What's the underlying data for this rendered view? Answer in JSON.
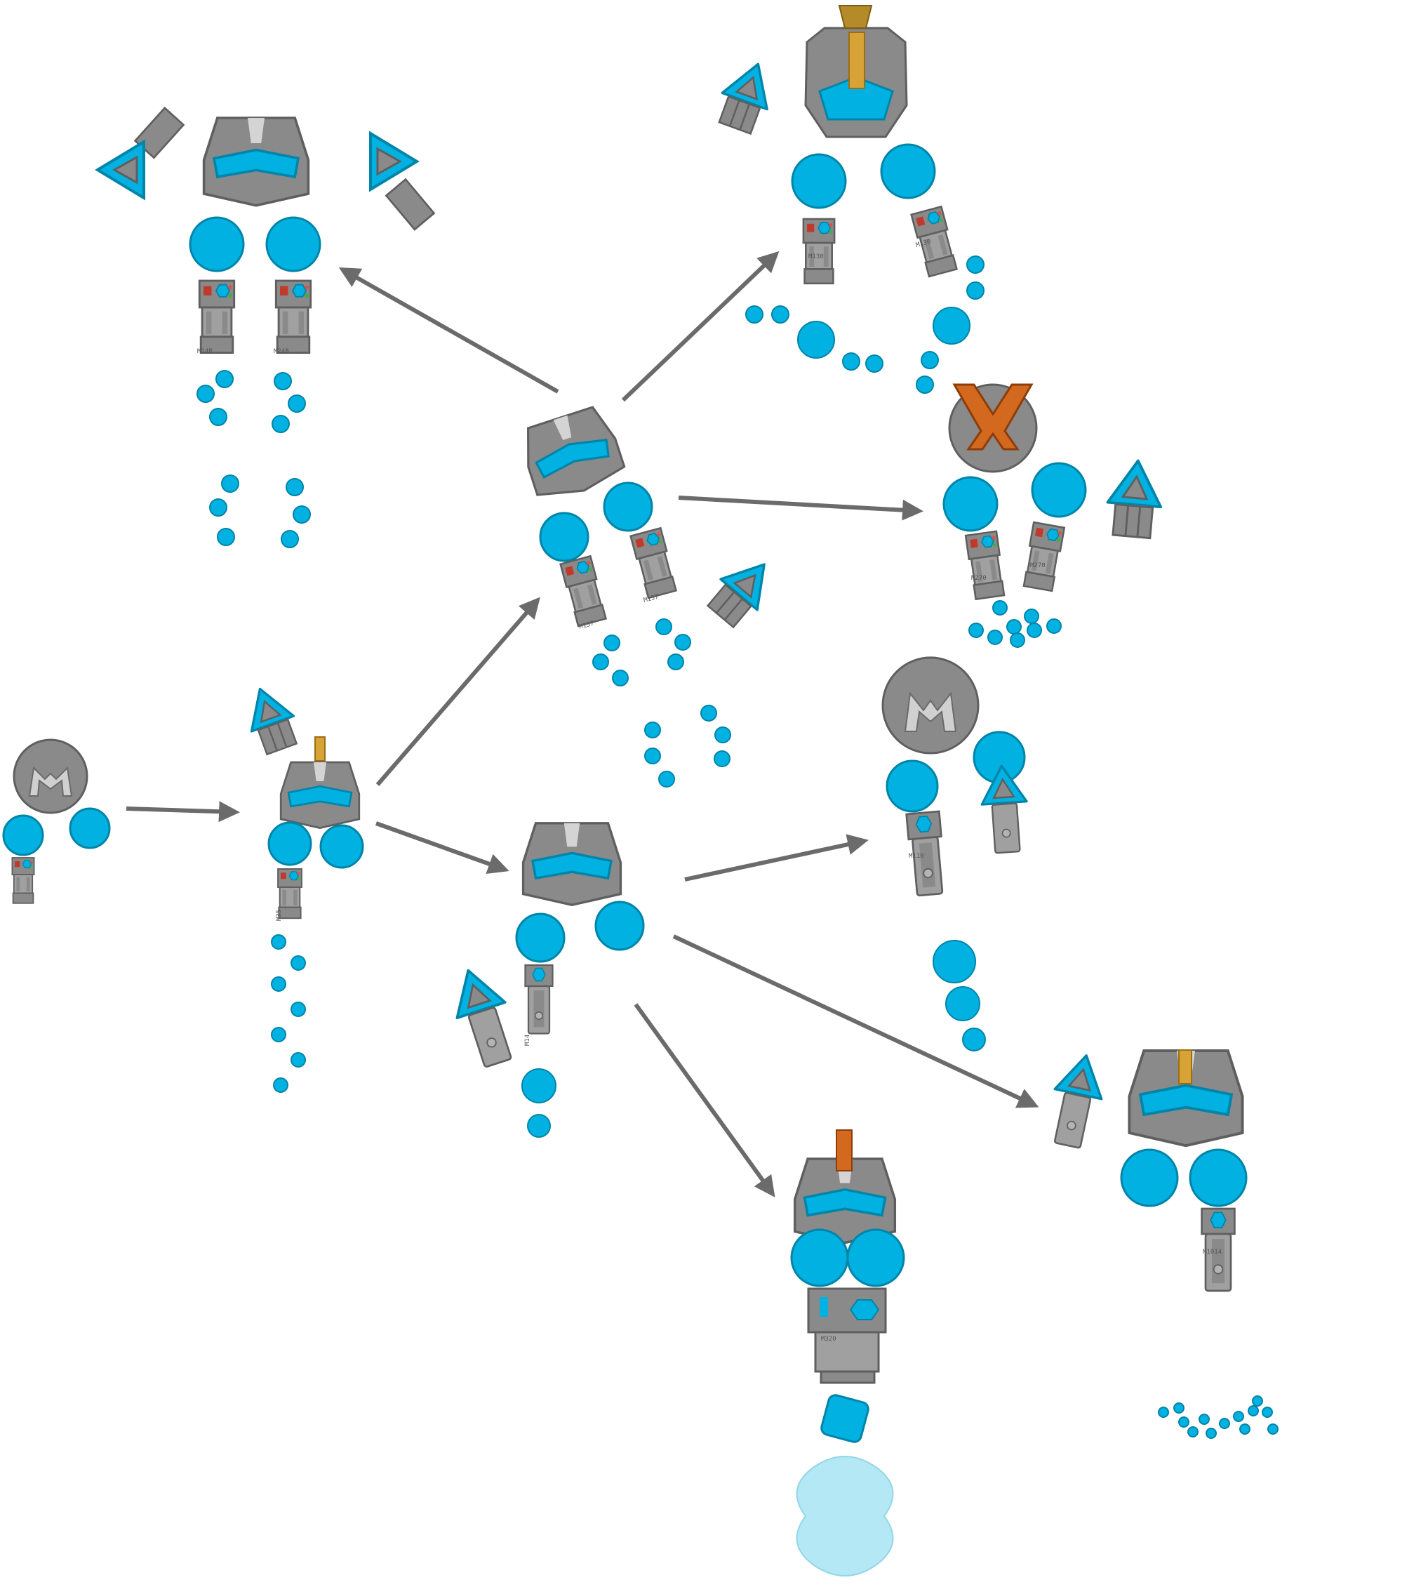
{
  "colors": {
    "blue": "#00b1e1",
    "blue_stroke": "#0085a8",
    "gray": "#8a8a8a",
    "gray_light": "#b4b4b4",
    "gray_dark": "#5f5f5f",
    "gold": "#d7a236",
    "orange": "#d2691e",
    "arrow": "#6b6b6b",
    "shield": "#a6e4f3"
  },
  "icons": [
    "arrow-head",
    "gun-barrel",
    "bullet-dot",
    "tank-body",
    "skull-hat",
    "pauldron",
    "cannon-tip"
  ],
  "labels": {
    "t1": "M24B",
    "t2": "M24B",
    "u1": "M130",
    "u2": "M130",
    "m1": "M157",
    "m2": "M157",
    "x1": "M270",
    "x2": "M270",
    "b1": "M110",
    "c1": "M320",
    "d1": "M1014",
    "s1": "M35",
    "a1": "M14"
  }
}
